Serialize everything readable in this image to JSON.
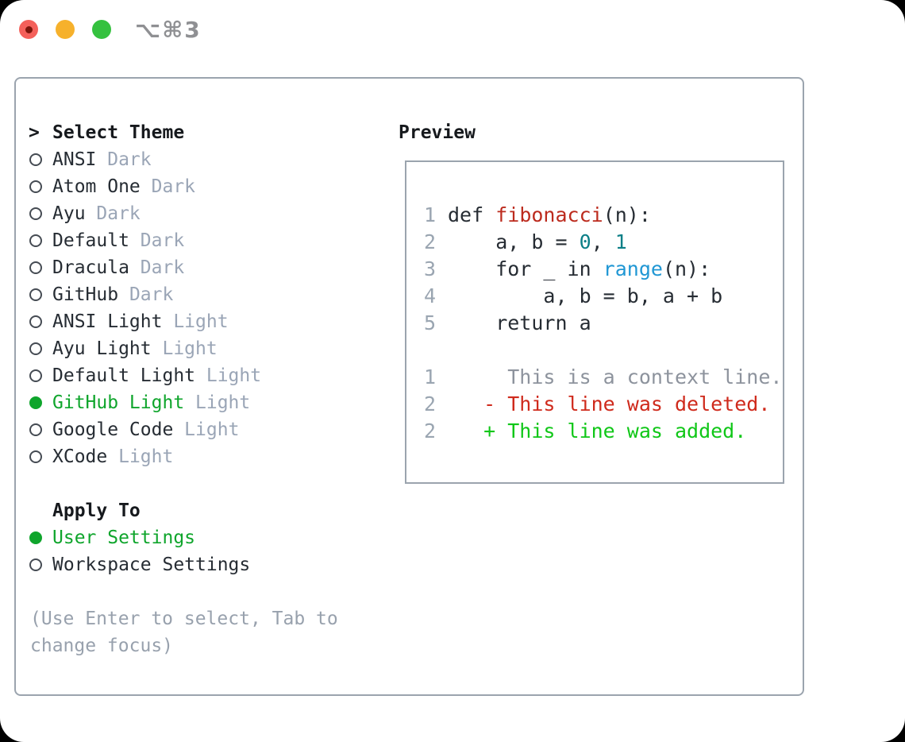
{
  "window": {
    "title_shortcut": "⌥⌘3"
  },
  "theme_picker": {
    "header": {
      "marker": ">",
      "label": "Select Theme"
    },
    "items": [
      {
        "name": "ANSI",
        "variant": "Dark",
        "selected": false
      },
      {
        "name": "Atom One",
        "variant": "Dark",
        "selected": false
      },
      {
        "name": "Ayu",
        "variant": "Dark",
        "selected": false
      },
      {
        "name": "Default",
        "variant": "Dark",
        "selected": false
      },
      {
        "name": "Dracula",
        "variant": "Dark",
        "selected": false
      },
      {
        "name": "GitHub",
        "variant": "Dark",
        "selected": false
      },
      {
        "name": "ANSI Light",
        "variant": "Light",
        "selected": false
      },
      {
        "name": "Ayu Light",
        "variant": "Light",
        "selected": false
      },
      {
        "name": "Default Light",
        "variant": "Light",
        "selected": false
      },
      {
        "name": "GitHub Light",
        "variant": "Light",
        "selected": true
      },
      {
        "name": "Google Code",
        "variant": "Light",
        "selected": false
      },
      {
        "name": "XCode",
        "variant": "Light",
        "selected": false
      }
    ]
  },
  "apply_to": {
    "header": "Apply To",
    "options": [
      {
        "label": "User Settings",
        "selected": true
      },
      {
        "label": "Workspace Settings",
        "selected": false
      }
    ]
  },
  "hint": {
    "line1": "(Use Enter to select, Tab to",
    "line2": "change focus)"
  },
  "preview": {
    "header": "Preview",
    "code_lines": [
      {
        "num": "1",
        "segments": [
          {
            "text": "def ",
            "style": "plain"
          },
          {
            "text": "fibonacci",
            "style": "function"
          },
          {
            "text": "(n):",
            "style": "plain"
          }
        ]
      },
      {
        "num": "2",
        "segments": [
          {
            "text": "    a, b = ",
            "style": "plain"
          },
          {
            "text": "0",
            "style": "number"
          },
          {
            "text": ", ",
            "style": "plain"
          },
          {
            "text": "1",
            "style": "number"
          }
        ]
      },
      {
        "num": "3",
        "segments": [
          {
            "text": "    for _ in ",
            "style": "plain"
          },
          {
            "text": "range",
            "style": "builtin"
          },
          {
            "text": "(n):",
            "style": "plain"
          }
        ]
      },
      {
        "num": "4",
        "segments": [
          {
            "text": "        a, b = b, a + b",
            "style": "plain"
          }
        ]
      },
      {
        "num": "5",
        "segments": [
          {
            "text": "    return a",
            "style": "plain"
          }
        ]
      },
      {
        "num": "",
        "segments": []
      },
      {
        "num": "1",
        "segments": [
          {
            "text": "     This is a context line.",
            "style": "context"
          }
        ]
      },
      {
        "num": "2",
        "segments": [
          {
            "text": "   - This line was deleted.",
            "style": "deleted"
          }
        ]
      },
      {
        "num": "2",
        "segments": [
          {
            "text": "   + This line was added.",
            "style": "added"
          }
        ]
      }
    ]
  },
  "colors": {
    "selected_green": "#0fa52c",
    "added_green": "#10c718",
    "deleted_red": "#cf2a1c",
    "function_red": "#bc2b1e",
    "number_teal": "#0c7f87",
    "builtin_blue": "#2097d4",
    "suffix_gray": "#9aa5b6",
    "hint_gray": "#98a1ad",
    "border_gray": "#9ba4ae",
    "traffic_red": "#f4605a",
    "traffic_yellow": "#f6b12c",
    "traffic_green": "#35c13f"
  }
}
